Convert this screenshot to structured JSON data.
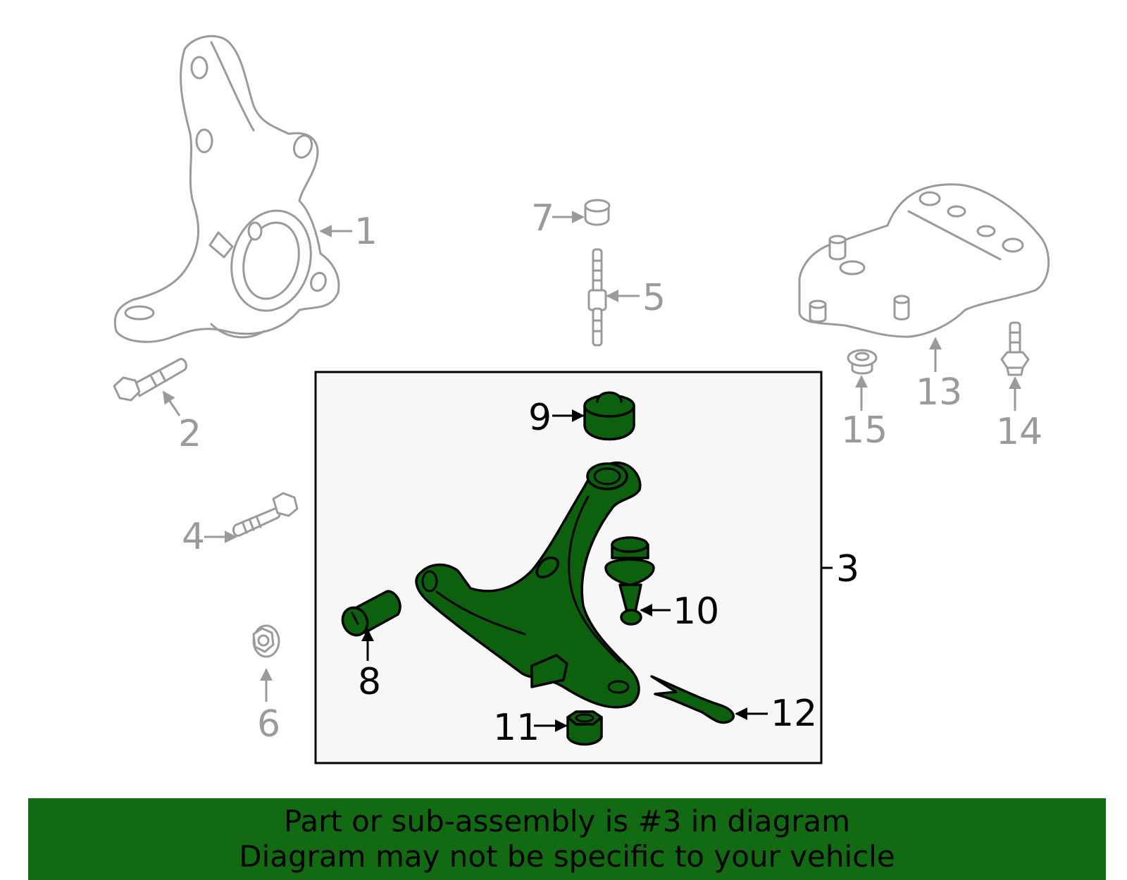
{
  "diagram": {
    "callouts": {
      "c1": "1",
      "c2": "2",
      "c3": "3",
      "c4": "4",
      "c5": "5",
      "c6": "6",
      "c7": "7",
      "c8": "8",
      "c9": "9",
      "c10": "10",
      "c11": "11",
      "c12": "12",
      "c13": "13",
      "c14": "14",
      "c15": "15"
    },
    "highlight_color": "#0d600d",
    "inactive_color": "#9a9a9a"
  },
  "banner": {
    "line1": "Part or sub-assembly is #3 in diagram",
    "line2": "Diagram may not be specific to your vehicle",
    "background": "#126b12"
  }
}
